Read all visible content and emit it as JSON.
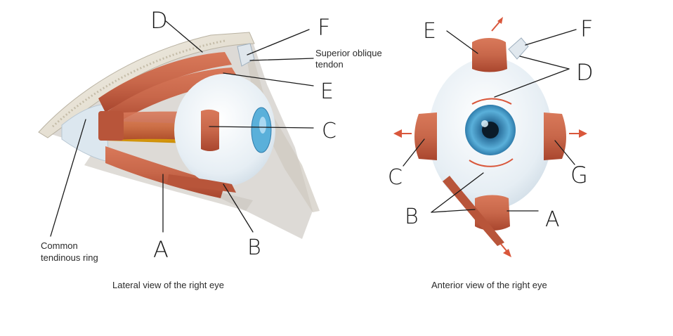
{
  "lateral": {
    "caption": "Lateral view of the right eye",
    "printed_labels": {
      "superior_oblique_line1": "Superior oblique",
      "superior_oblique_line2": "tendon",
      "common_ring_line1": "Common",
      "common_ring_line2": "tendinous ring"
    },
    "handwritten_labels": {
      "d": "D",
      "f": "F",
      "e": "E",
      "c": "C",
      "a": "A",
      "b": "B"
    }
  },
  "anterior": {
    "caption": "Anterior view of the right eye",
    "handwritten_labels": {
      "e": "E",
      "f": "F",
      "d": "D",
      "c": "C",
      "g": "G",
      "b": "B",
      "a": "A"
    }
  },
  "colors": {
    "muscle": "#c8674a",
    "muscle_dark": "#a9462e",
    "sclera": "#e9eff4",
    "iris": "#4a9cc9",
    "nerve": "#f2b21a",
    "bone": "#e3ded2",
    "arrow": "#d9573b"
  }
}
